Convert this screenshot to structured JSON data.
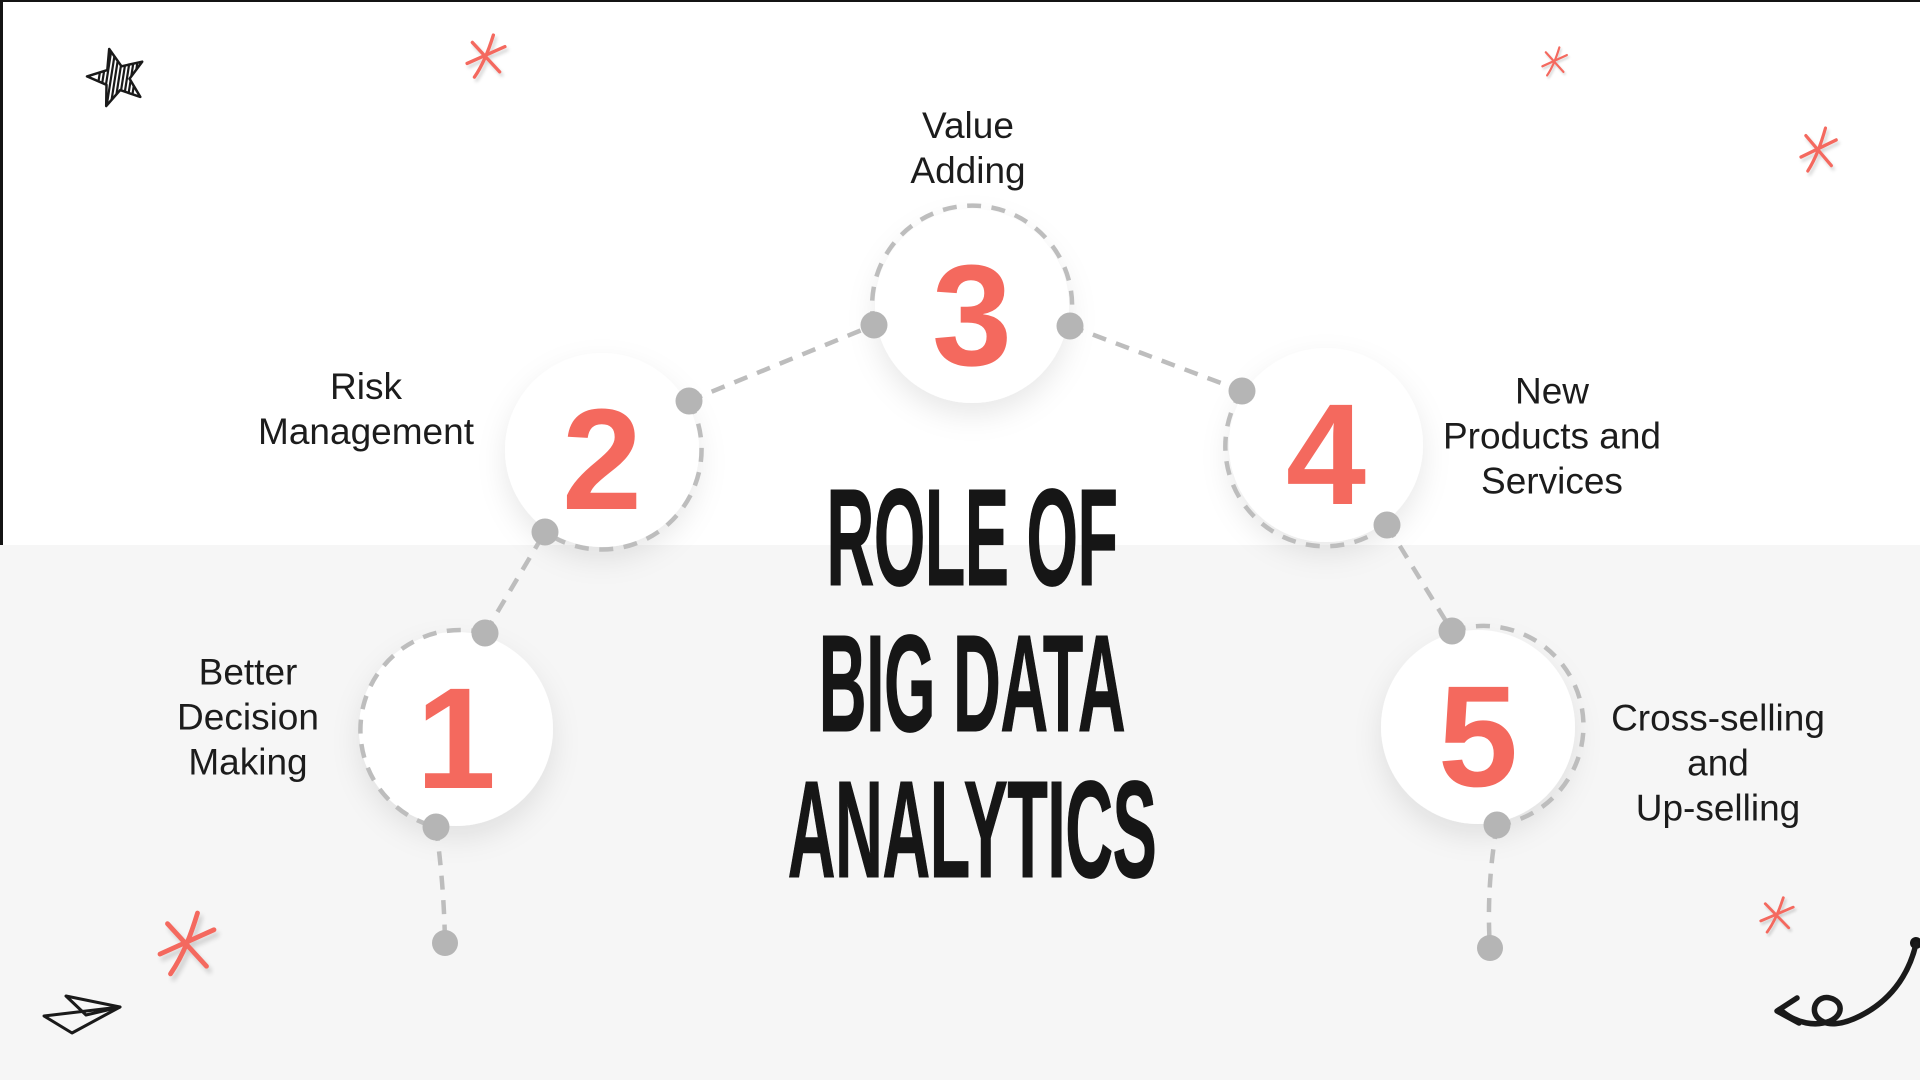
{
  "canvas": {
    "background_top": "#ffffff",
    "background_bottom": "#f6f6f6",
    "accent_color": "#f4695e",
    "dash_color": "#bdbdbd",
    "dot_color": "#b5b5b5",
    "ink_color": "#1c1c1c"
  },
  "title": {
    "lines": [
      "ROLE OF",
      "BIG DATA",
      "ANALYTICS"
    ]
  },
  "steps": [
    {
      "number": "1",
      "label_lines": [
        "Better",
        "Decision",
        "Making"
      ]
    },
    {
      "number": "2",
      "label_lines": [
        "Risk",
        "Management"
      ]
    },
    {
      "number": "3",
      "label_lines": [
        "Value",
        "Adding"
      ]
    },
    {
      "number": "4",
      "label_lines": [
        "New",
        "Products and",
        "Services"
      ]
    },
    {
      "number": "5",
      "label_lines": [
        "Cross-selling",
        "and",
        "Up-selling"
      ]
    }
  ],
  "decorations": [
    "scribble-star-doodle",
    "paper-plane-doodle",
    "curl-arrow-doodle",
    "sparkle-asterisk-top-left",
    "sparkle-asterisk-top-right-small",
    "sparkle-asterisk-right",
    "sparkle-asterisk-bottom-left",
    "sparkle-asterisk-bottom-right"
  ]
}
